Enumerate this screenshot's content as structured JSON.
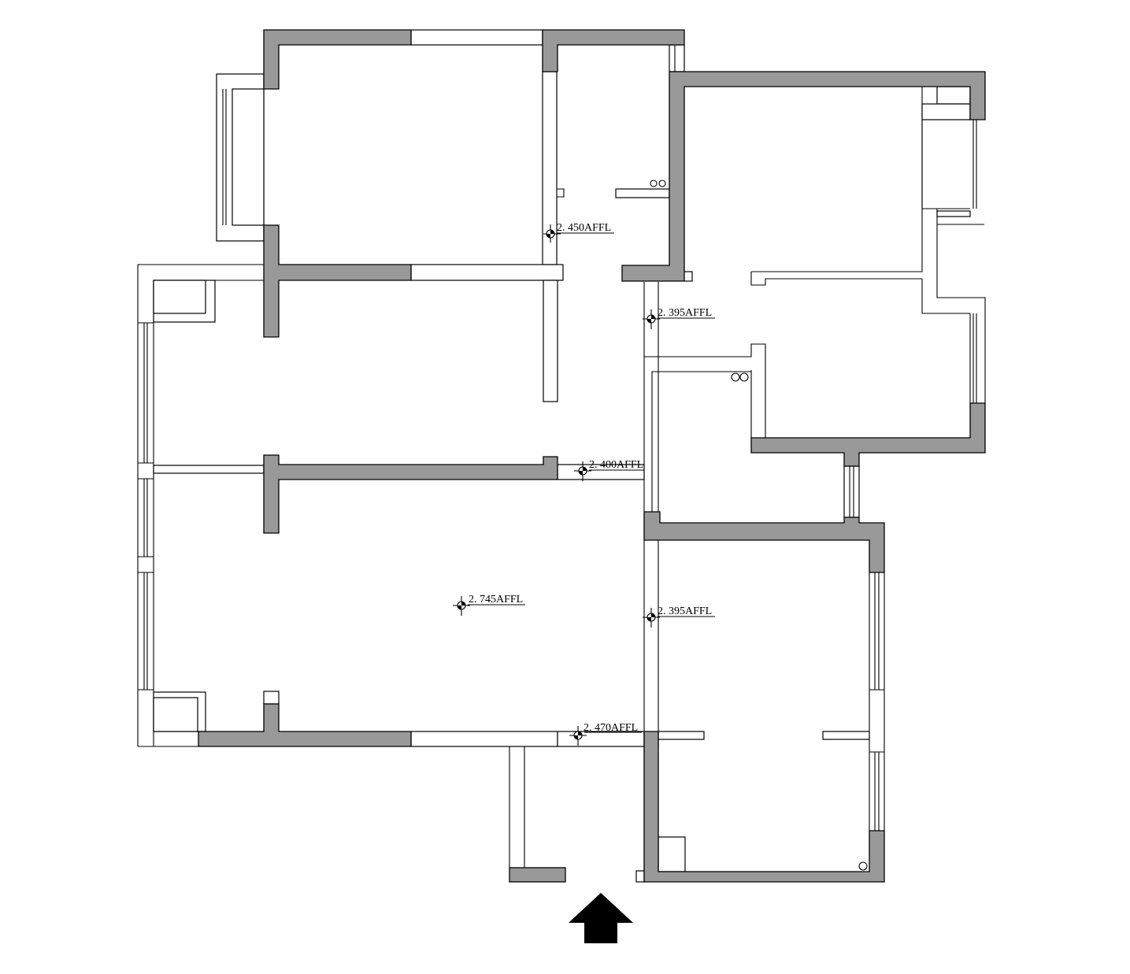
{
  "plan": {
    "elevation_marks": [
      {
        "id": "bedroom-top-door",
        "text": "2. 450AFFL"
      },
      {
        "id": "corridor-upper",
        "text": "2. 395AFFL"
      },
      {
        "id": "corridor-door",
        "text": "2. 400AFFL"
      },
      {
        "id": "living-room",
        "text": "2. 745AFFL"
      },
      {
        "id": "corridor-lower",
        "text": "2. 395AFFL"
      },
      {
        "id": "entry-door",
        "text": "2. 470AFFL"
      }
    ],
    "entrance_icon": "entrance-arrow-icon",
    "colors": {
      "wall_fill": "#999999",
      "line": "#000000",
      "background": "#ffffff"
    }
  }
}
